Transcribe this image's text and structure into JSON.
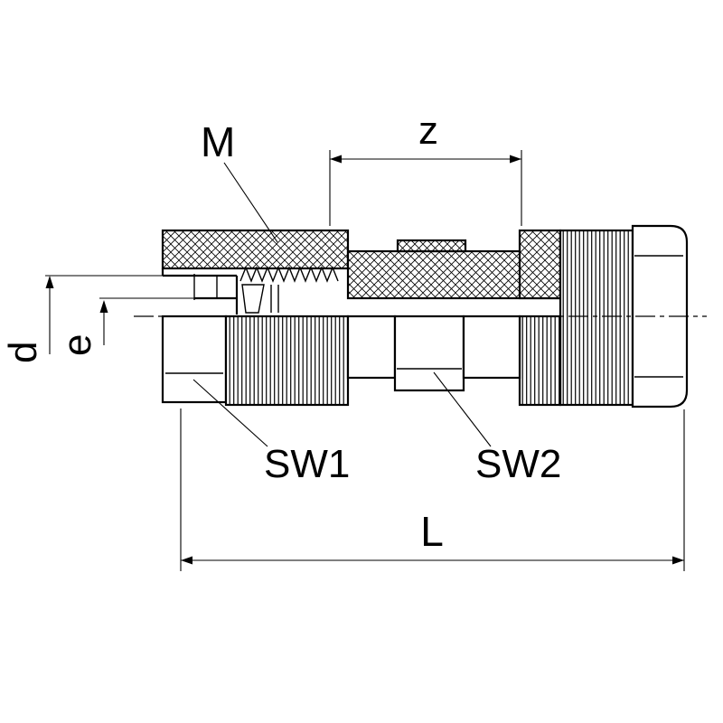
{
  "drawing": {
    "type": "technical-drawing-tube-fitting-union",
    "colors": {
      "line": "#000000",
      "background": "#ffffff"
    }
  },
  "labels": {
    "m": "M",
    "z": "z",
    "d": "d",
    "e": "e",
    "sw1": "SW1",
    "sw2": "SW2",
    "l": "L"
  }
}
